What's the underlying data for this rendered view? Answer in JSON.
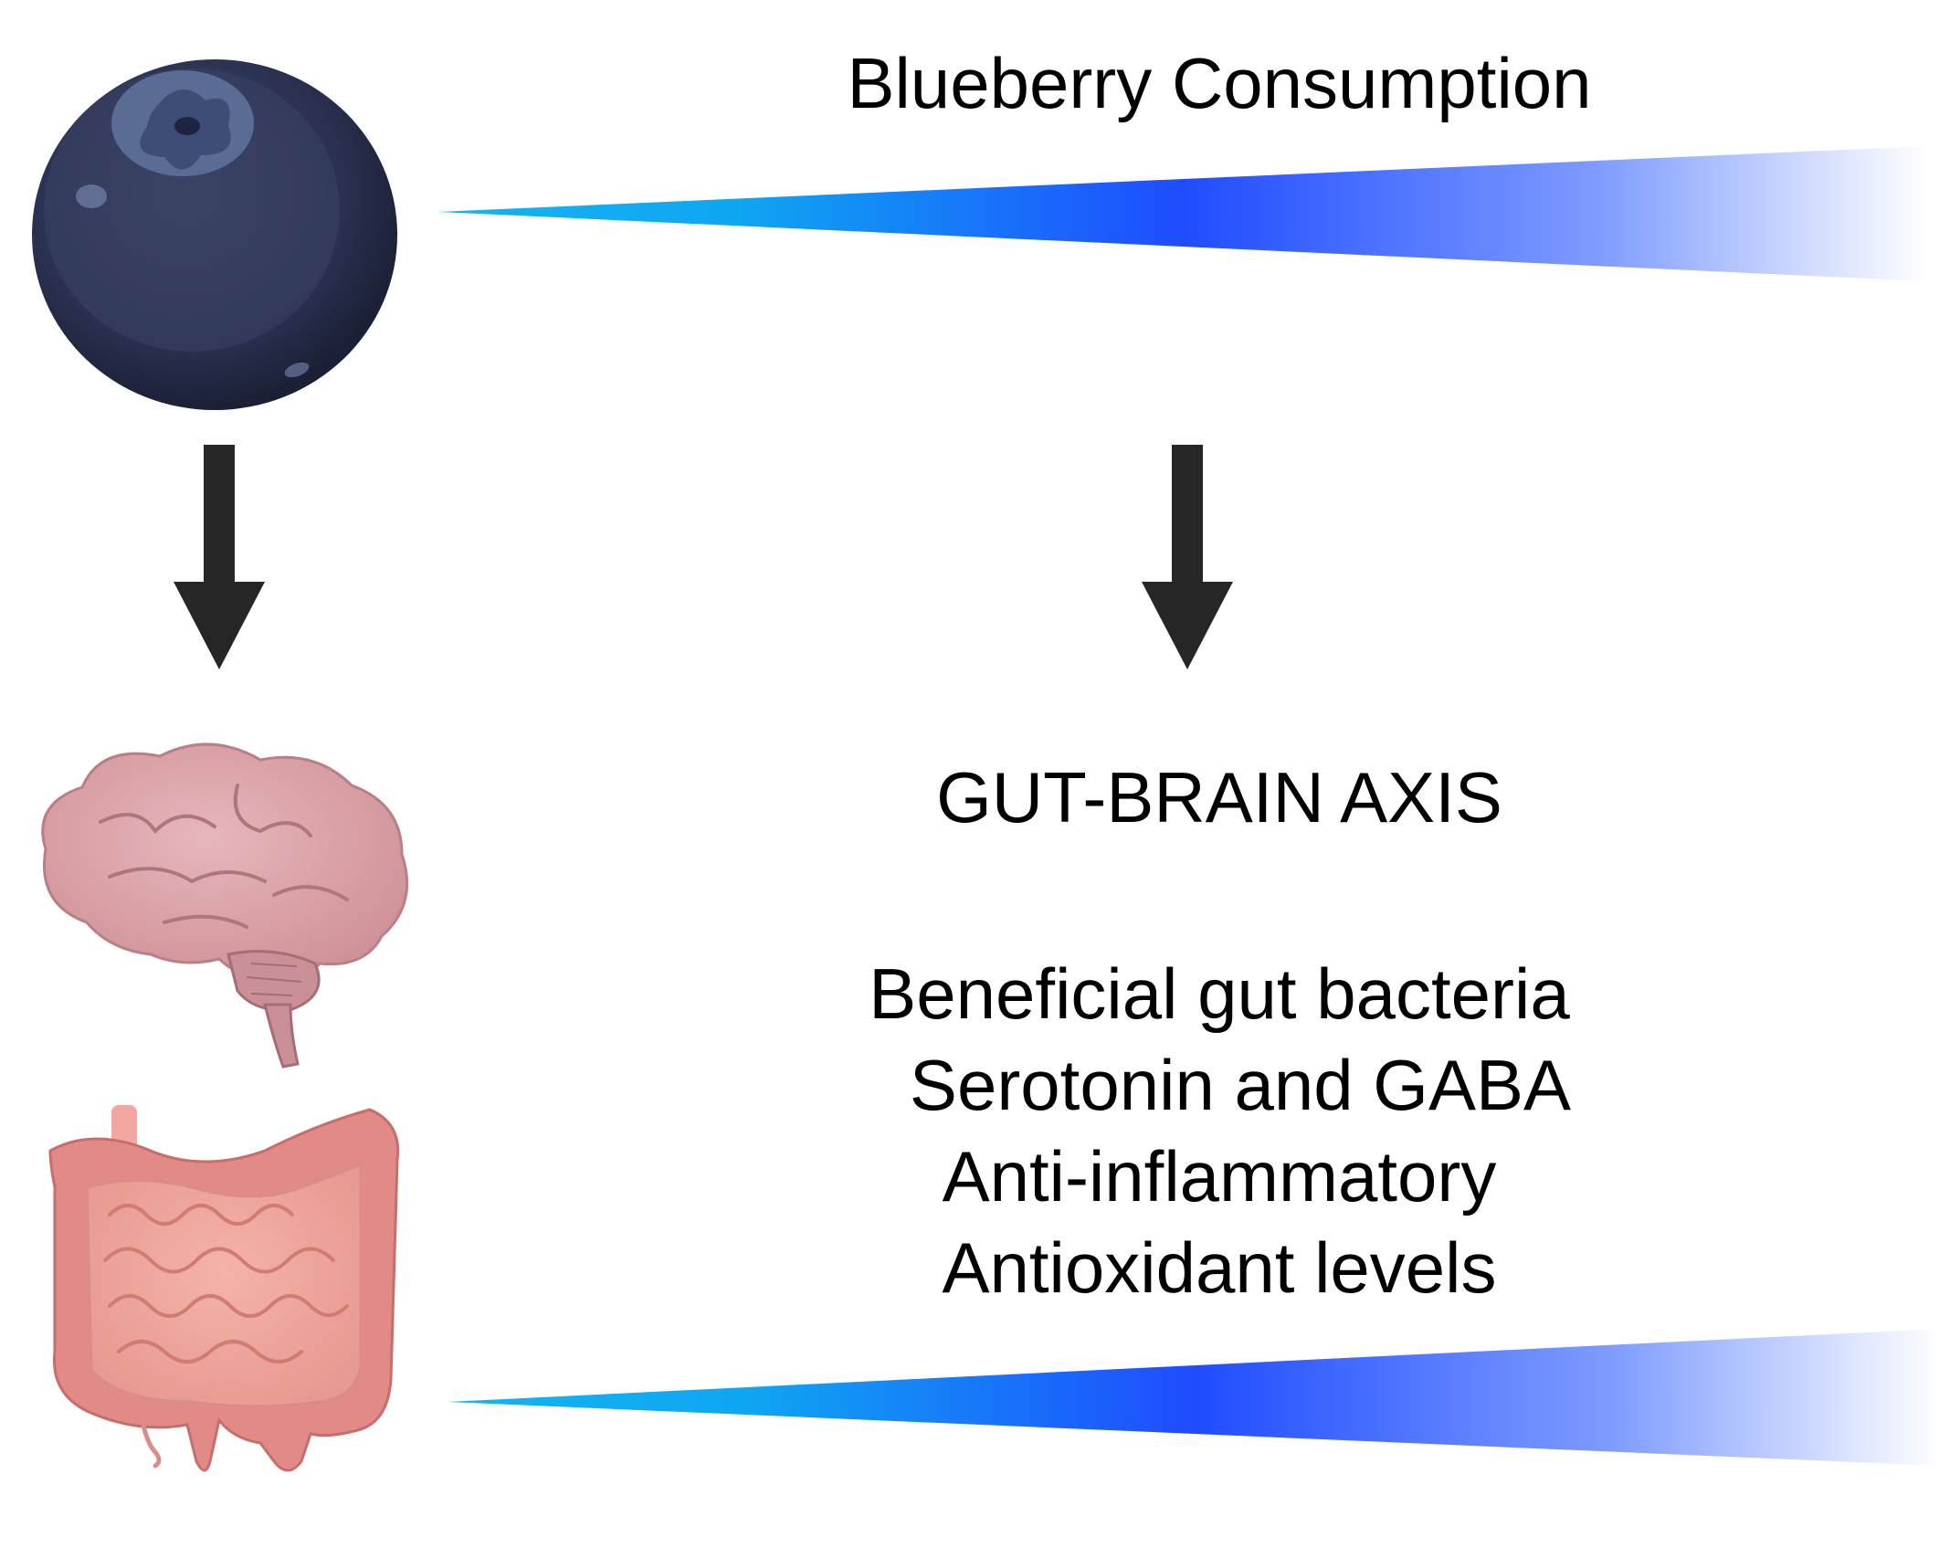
{
  "title": "Blueberry Consumption",
  "axis_label": "GUT-BRAIN AXIS",
  "effects": [
    "Beneficial gut bacteria",
    "Serotonin and GABA",
    "Anti-inflammatory",
    "Antioxidant levels"
  ],
  "icons": {
    "fruit": "blueberry-icon",
    "brain": "brain-icon",
    "intestine": "intestine-icon"
  },
  "colors": {
    "gradient_start": "#14b4f0",
    "gradient_mid": "#1f4cff",
    "gradient_end": "#dfe6ff",
    "arrow": "#262626",
    "blueberry": "#2c3352",
    "brain": "#d7a0a6",
    "intestine": "#e8938f"
  }
}
